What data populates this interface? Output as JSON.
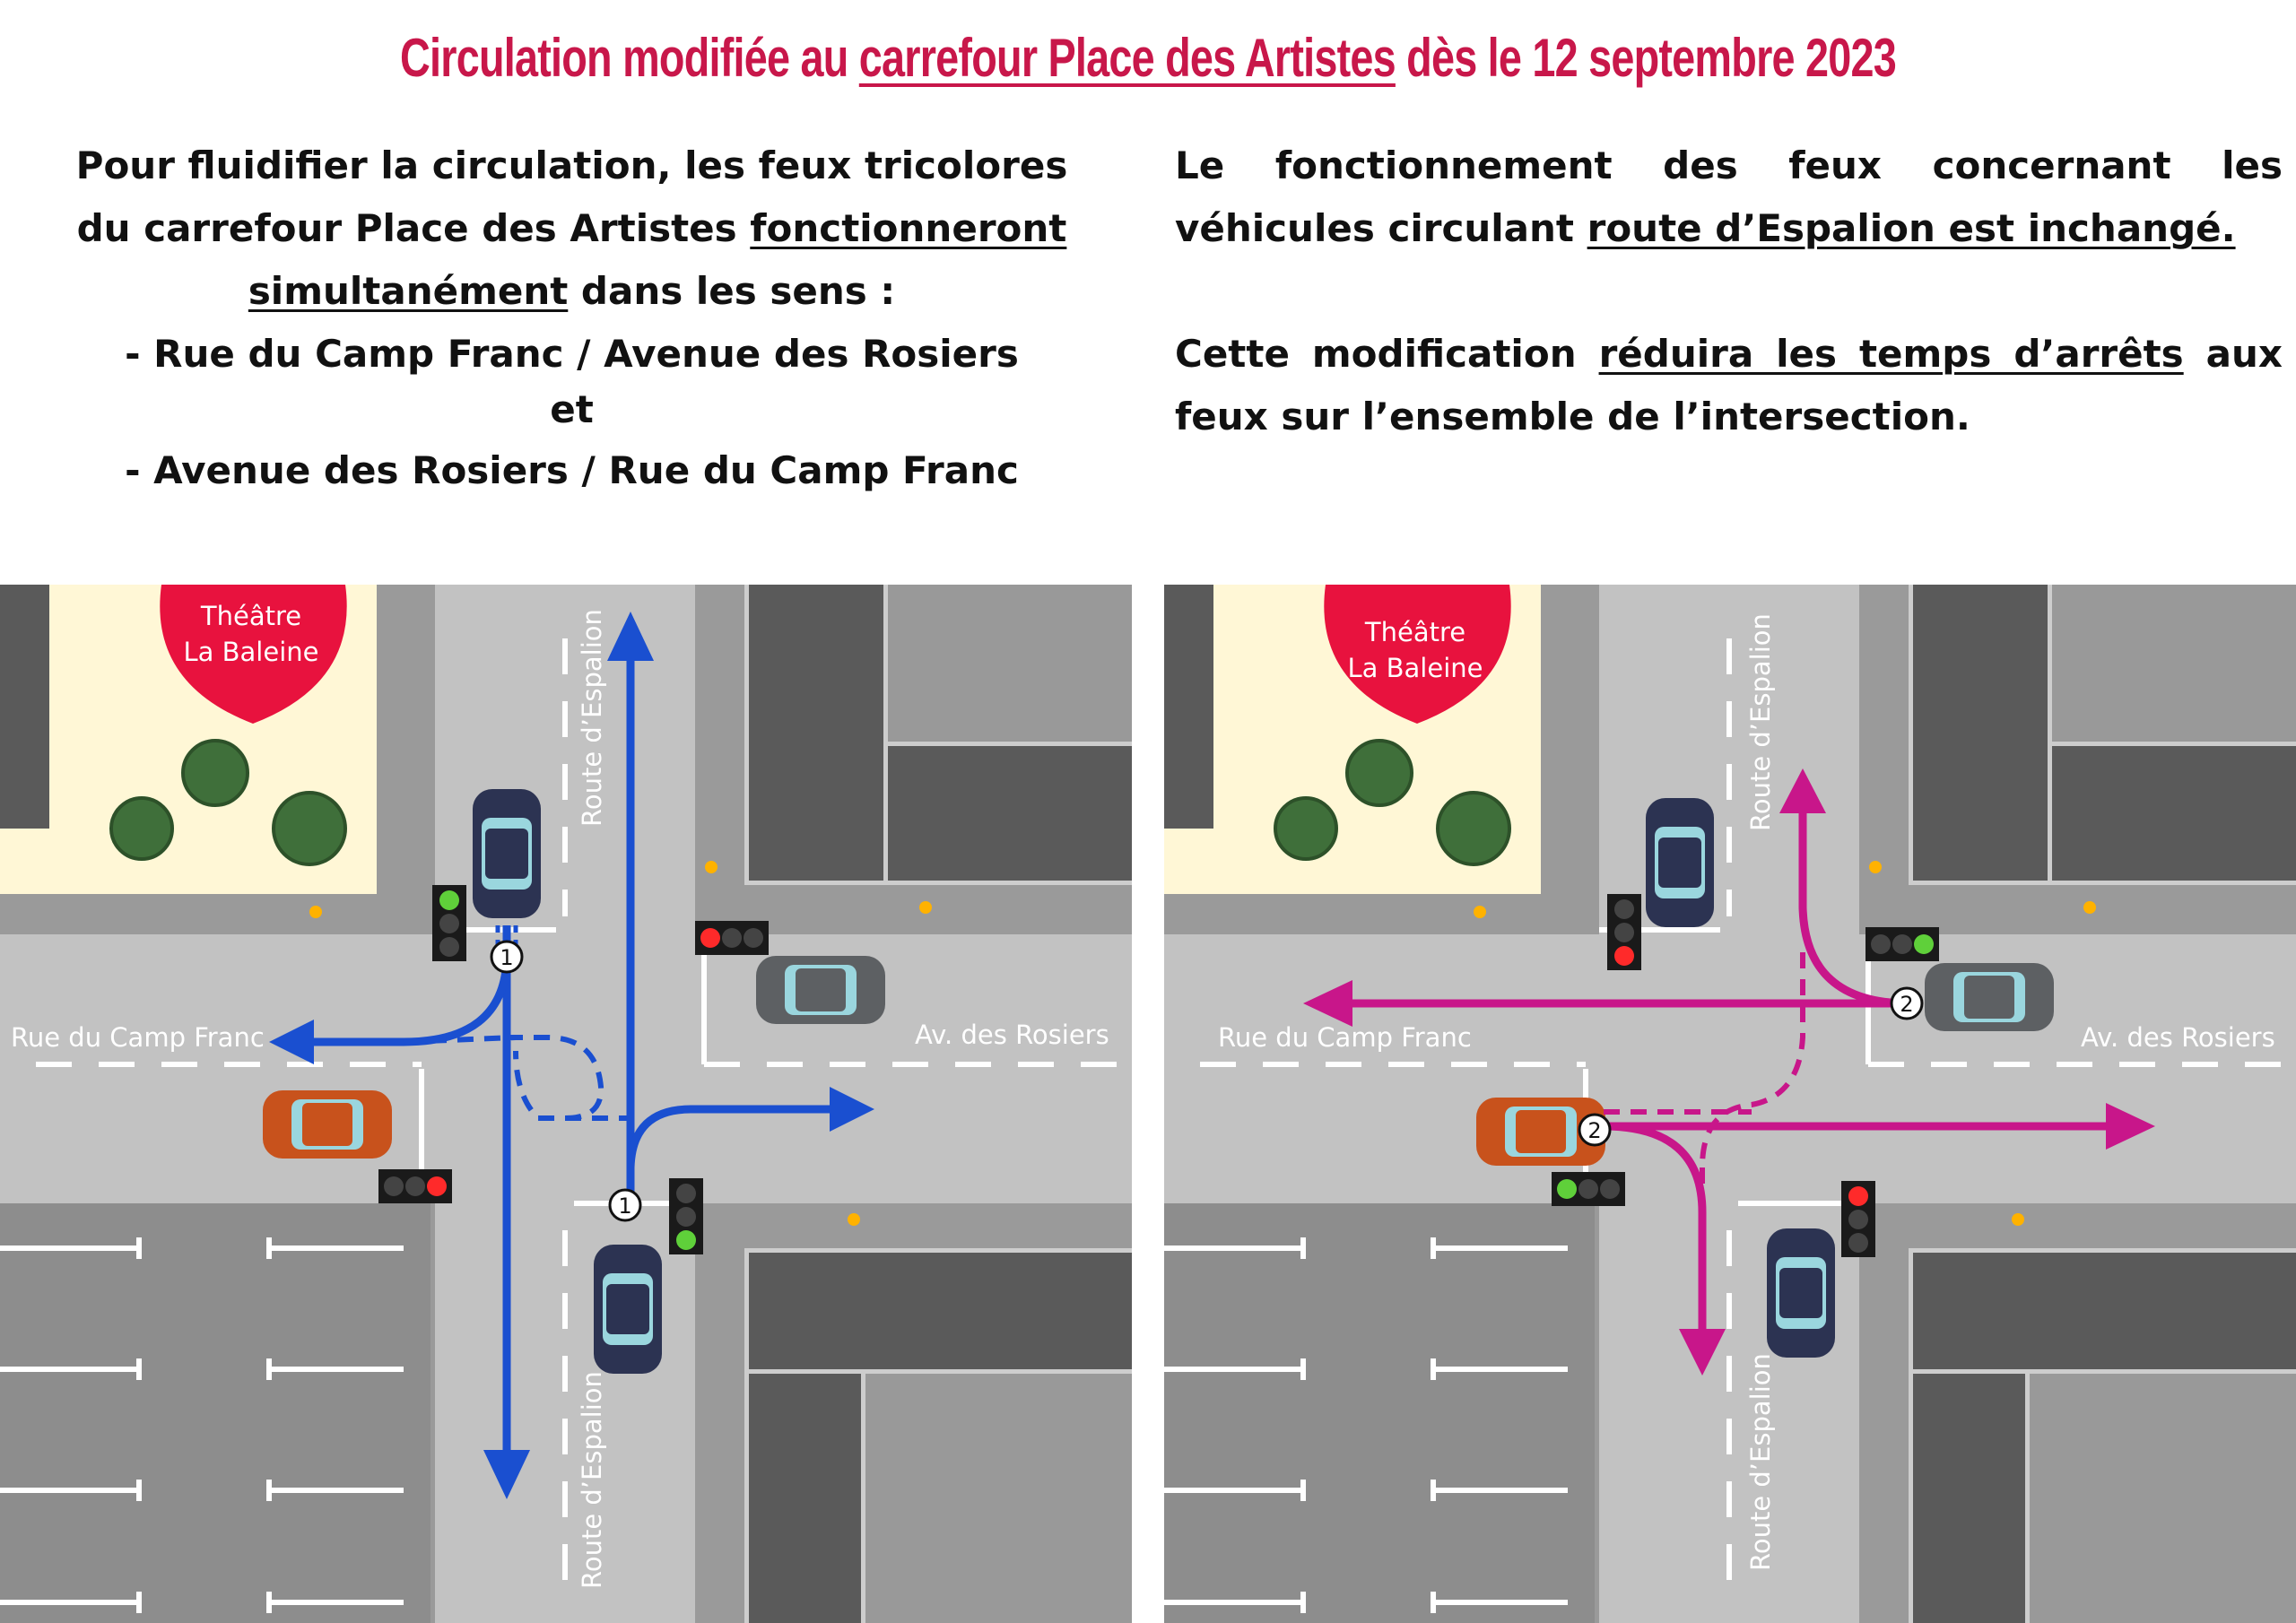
{
  "title": {
    "part1": "Circulation modifiée au ",
    "part2": "carrefour Place des Artistes",
    "part3": " dès le 12 septembre 2023"
  },
  "left_text": {
    "intro_a": "Pour fluidifier la circulation, les feux tricolores du carrefour Place des Artistes ",
    "intro_u": "fonctionneront simultanément",
    "intro_b": " dans les sens :",
    "item1": "- Rue du Camp Franc / Avenue des Rosiers",
    "conj": "et",
    "item2": "- Avenue des Rosiers / Rue du Camp Franc"
  },
  "right_text": {
    "p1_a": "Le fonctionnement des feux concernant les véhicules circulant ",
    "p1_u": "route d’Espalion est inchangé.",
    "p2_a": "Cette modification ",
    "p2_u": "réduira les temps d’arrêts",
    "p2_b": " aux feux sur l’ensemble de l’intersection."
  },
  "map_labels": {
    "theatre_line1": "Théâtre",
    "theatre_line2": "La Baleine",
    "route_espalion": "Route d’Espalion",
    "rue_camp_franc": "Rue du Camp Franc",
    "av_rosiers": "Av. des Rosiers",
    "phase1": "1",
    "phase2": "2"
  },
  "colors": {
    "title": "#c8174a",
    "phase1_arrow": "#1a4fd0",
    "phase2_arrow": "#c8168a",
    "road": "#bfbfbf",
    "theatre": "#e8123e"
  }
}
